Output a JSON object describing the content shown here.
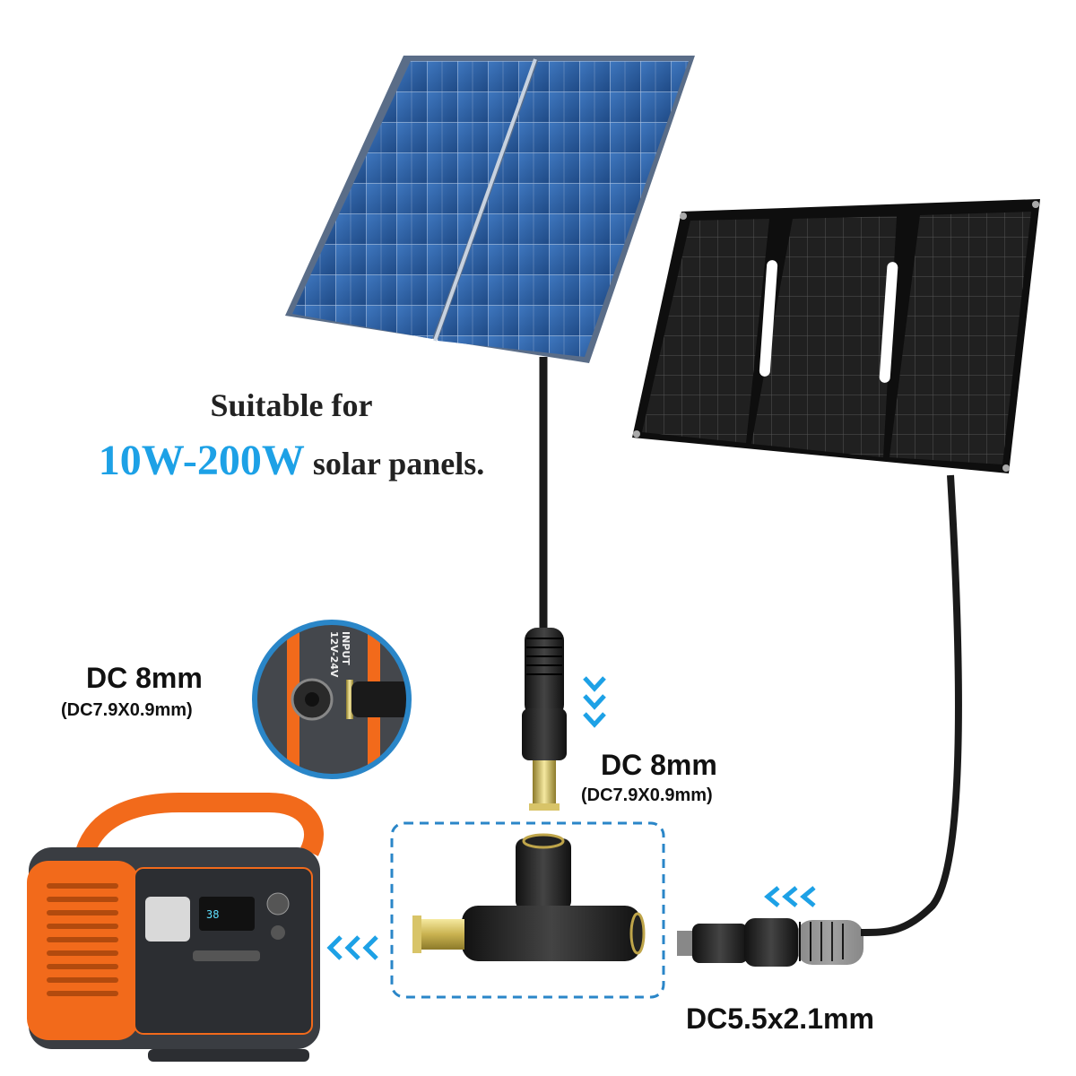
{
  "headline": {
    "line1": "Suitable for",
    "highlight": "10W-200W",
    "rest": "solar panels."
  },
  "labels": {
    "left_main": "DC 8mm",
    "left_sub": "(DC7.9X0.9mm)",
    "center_main": "DC 8mm",
    "center_sub": "(DC7.9X0.9mm)",
    "bottom_right": "DC5.5x2.1mm"
  },
  "port_inset": {
    "port_label_line1": "INPUT",
    "port_label_line2": "12V-24V"
  },
  "colors": {
    "accent_blue": "#1da1e6",
    "station_orange": "#f26a1b",
    "panel_blue": "#2e5fa0",
    "panel_black": "#1b1b1b"
  }
}
